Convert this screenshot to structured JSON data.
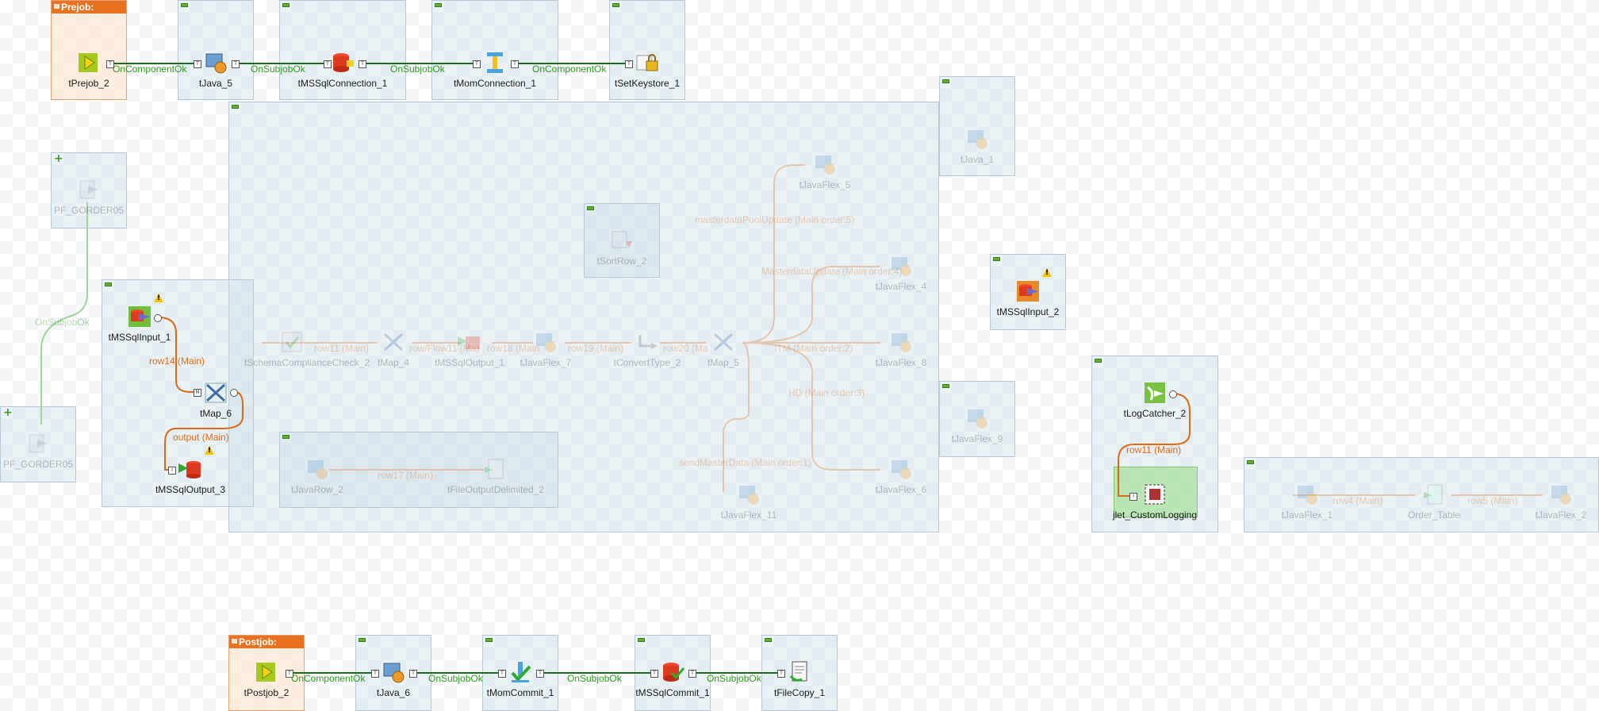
{
  "subjobs": {
    "prejob_title": "Prejob:",
    "postjob_title": "Postjob:"
  },
  "components": {
    "tPrejob_2": "tPrejob_2",
    "tJava_5": "tJava_5",
    "tMSSqlConnection_1": "tMSSqlConnection_1",
    "tMomConnection_1": "tMomConnection_1",
    "tSetKeystore_1": "tSetKeystore_1",
    "tJava_1": "tJava_1",
    "PF_GORDER05_top": "PF_GORDER05",
    "PF_GORDER05_bottom": "PF_GORDER05",
    "tMSSqlInput_1": "tMSSqlInput_1",
    "tMap_6": "tMap_6",
    "tMSSqlOutput_3": "tMSSqlOutput_3",
    "tSchemaComplianceCheck_2": "tSchemaComplianceCheck_2",
    "tMap_4": "tMap_4",
    "tMSSqlOutput_1": "tMSSqlOutput_1",
    "tJavaFlex_7": "tJavaFlex_7",
    "tConvertType_2": "tConvertType_2",
    "tMap_5": "tMap_5",
    "tJavaFlex_5": "tJavaFlex_5",
    "tSortRow_2": "tSortRow_2",
    "tJavaFlex_4": "tJavaFlex_4",
    "tJavaFlex_8": "tJavaFlex_8",
    "tJavaFlex_6": "tJavaFlex_6",
    "tJavaFlex_11": "tJavaFlex_11",
    "tJavaRow_2": "tJavaRow_2",
    "tFileOutputDelimited_2": "tFileOutputDelimited_2",
    "tJavaFlex_9": "tJavaFlex_9",
    "tMSSqlInput_2": "tMSSqlInput_2",
    "tLogCatcher_2": "tLogCatcher_2",
    "jlet_CustomLogging": "jlet_CustomLogging",
    "tJavaFlex_1": "tJavaFlex_1",
    "Order_Table": "Order_Table",
    "tJavaFlex_2": "tJavaFlex_2",
    "tPostjob_2": "tPostjob_2",
    "tJava_6": "tJava_6",
    "tMomCommit_1": "tMomCommit_1",
    "tMSSqlCommit_1": "tMSSqlCommit_1",
    "tFileCopy_1": "tFileCopy_1"
  },
  "links": {
    "pre_1": "OnComponentOk",
    "pre_2": "OnSubjobOk",
    "pre_3": "OnSubjobOk",
    "pre_4": "OnComponentOk",
    "pf_subjob": "OnSubjobOk",
    "row14": "row14 (Main)",
    "output_main": "output (Main)",
    "row11_faded": "row11 (Main)",
    "row_mid_faded": "row/Flow11 (Ma)",
    "row18_faded": "row18 (Main",
    "row19_faded": "row19 (Main)",
    "row20_faded": "row20 (Ma",
    "masterpool": "masterdataPoolUpdate (Main order:5)",
    "masterupdate": "MasterdataUpdate (Main order:4)",
    "itm": "ITM (Main order:2)",
    "hd": "HD (Main order:3)",
    "sendmaster": "sendMasterData (Main order:1)",
    "row17_faded": "row17 (Main)",
    "row11_log": "row11 (Main)",
    "row4_faded": "row4 (Main)",
    "row5_faded": "row5 (Main)",
    "post_1": "OnComponentOk",
    "post_2": "OnSubjobOk",
    "post_3": "OnSubjobOk",
    "post_4": "OnSubjobOk"
  },
  "colors": {
    "ok_link": "#2e9a1e",
    "row_link": "#e06a14",
    "subjob_bg": "#cbdce8",
    "header_orange": "#e8721f"
  }
}
